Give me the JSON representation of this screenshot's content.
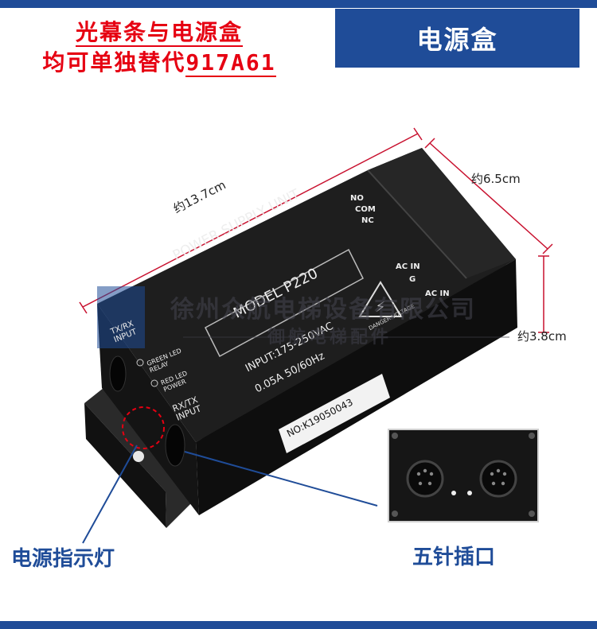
{
  "header": {
    "line1": "光幕条与电源盒",
    "line2_prefix": "均可单独替代",
    "line2_model": "917A61"
  },
  "title_box": "电源盒",
  "dimensions": {
    "length": "约13.7cm",
    "width": "约6.5cm",
    "height": "约3.8cm"
  },
  "callouts": {
    "left": "电源指示灯",
    "right": "五针插口"
  },
  "watermark": {
    "company": "徐州众航电梯设备有限公司",
    "sub": "御航电梯配件"
  },
  "device": {
    "top_label": "POWER SUPPLY UNIT",
    "model": "MODEL P220",
    "input_line1": "INPUT:175-250VAC",
    "input_line2": "0.05A 50/60Hz",
    "serial": "NO:K19050043",
    "warning": "DANGER VOLTAGE",
    "terminals": [
      "NO",
      "COM",
      "NC",
      "AC IN",
      "G",
      "AC IN"
    ],
    "side_labels": {
      "txrx": "TX/RX INPUT",
      "green_led": "GREEN LED RELAY",
      "red_led": "RED LED POWER",
      "rxtx": "RX/TX INPUT"
    }
  },
  "colors": {
    "brand_blue": "#1f4c98",
    "headline_red": "#e60012",
    "device_body": "#1c1c1c"
  }
}
